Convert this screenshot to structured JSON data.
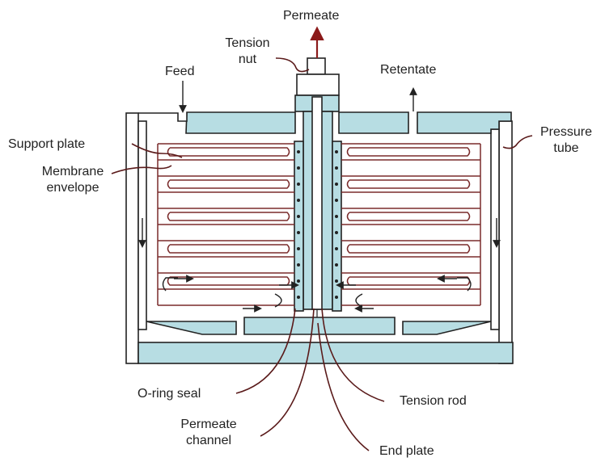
{
  "labels": {
    "permeate": "Permeate",
    "tension_nut": "Tension\nnut",
    "feed": "Feed",
    "retentate": "Retentate",
    "support_plate": "Support plate",
    "membrane_envelope": "Membrane\nenvelope",
    "pressure_tube": "Pressure\ntube",
    "o_ring_seal": "O-ring seal",
    "tension_rod": "Tension rod",
    "permeate_channel": "Permeate\nchannel",
    "end_plate": "End plate"
  },
  "colors": {
    "fill": "#b7dde3",
    "membrane": "#7a2b2b",
    "permeate_arrow": "#8b1a1a",
    "outline": "#222222"
  }
}
